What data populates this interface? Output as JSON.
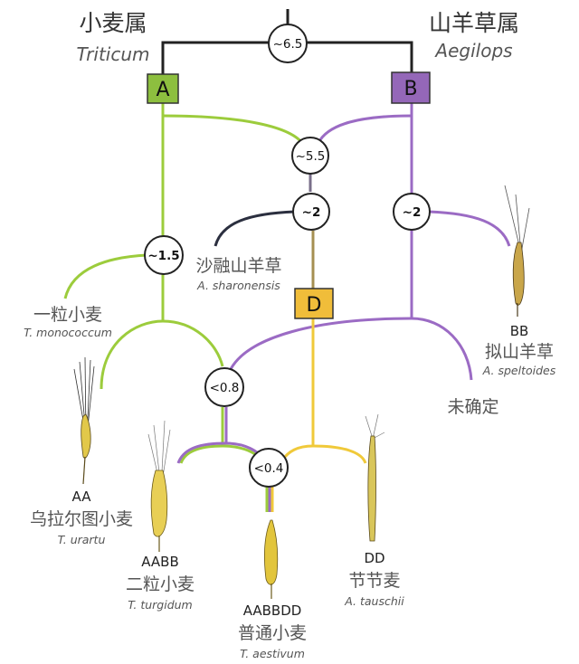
{
  "genera": {
    "triticum": {
      "cn": "小麦属",
      "latin": "Triticum",
      "box": "A"
    },
    "aegilops": {
      "cn": "山羊草属",
      "latin": "Aegilops",
      "box": "B"
    },
    "d_box": "D"
  },
  "nodes": {
    "root": "~6.5",
    "ab_merge": "~5.5",
    "sharon_split": "~2",
    "b_split": "~2",
    "mono_split": "~1.5",
    "tetraploid": "<0.8",
    "hexaploid": "<0.4"
  },
  "species": {
    "sharonensis": {
      "cn": "沙融山羊草",
      "latin": "A. sharonensis"
    },
    "monococcum": {
      "cn": "一粒小麦",
      "latin": "T. monococcum"
    },
    "speltoides": {
      "genome": "BB",
      "cn": "拟山羊草",
      "latin": "A. speltoides"
    },
    "undetermined": {
      "cn": "未确定"
    },
    "urartu": {
      "genome": "AA",
      "cn": "乌拉尔图小麦",
      "latin": "T. urartu"
    },
    "turgidum": {
      "genome": "AABB",
      "cn": "二粒小麦",
      "latin": "T. turgidum"
    },
    "tauschii": {
      "genome": "DD",
      "cn": "节节麦",
      "latin": "A. tauschii"
    },
    "aestivum": {
      "genome": "AABBDD",
      "cn": "普通小麦",
      "latin": "T. aestivum"
    }
  },
  "colors": {
    "a_lineage": "#9ccc3c",
    "b_lineage": "#9b6bc4",
    "d_lineage": "#f0c93a",
    "root": "#222222",
    "sharon": "#2b2f3f",
    "box_a": "#8dbf3f",
    "box_b": "#9467b8",
    "box_d": "#f0bd3a"
  }
}
